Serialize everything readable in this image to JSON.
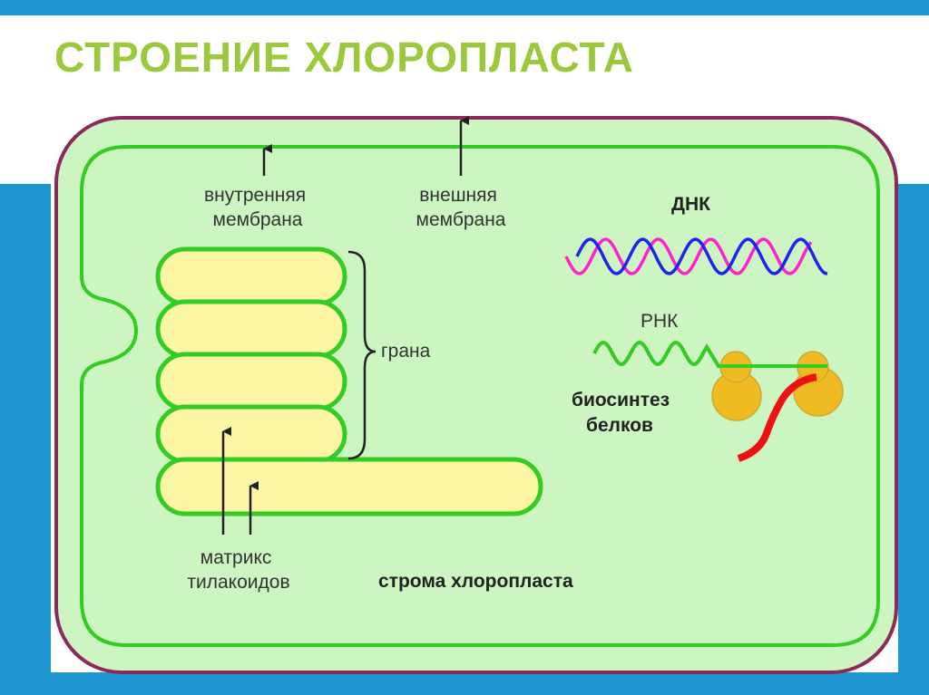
{
  "title": "СТРОЕНИЕ ХЛОРОПЛАСТА",
  "labels": {
    "inner_membrane": [
      "внутренняя",
      "мембрана"
    ],
    "outer_membrane": [
      "внешняя",
      "мембрана"
    ],
    "grana": "грана",
    "thylakoid_matrix": [
      "матрикс",
      "тилакоидов"
    ],
    "stroma": "строма хлоропласта",
    "dna": "ДНК",
    "rna": "РНК",
    "protein_biosynthesis": [
      "биосинтез",
      "белков"
    ]
  },
  "colors": {
    "accent_blue": "#1e96d2",
    "title_green": "#9bc83c",
    "stroma_fill": "#ccf5c2",
    "outer_membrane": "#8a2a5c",
    "inner_membrane": "#33cc22",
    "thylakoid_fill": "#fcf6a5",
    "dna_pink": "#ff22cc",
    "dna_blue": "#2222ee",
    "ribosome": "#eebb22",
    "protein_chain": "#ee1111"
  }
}
